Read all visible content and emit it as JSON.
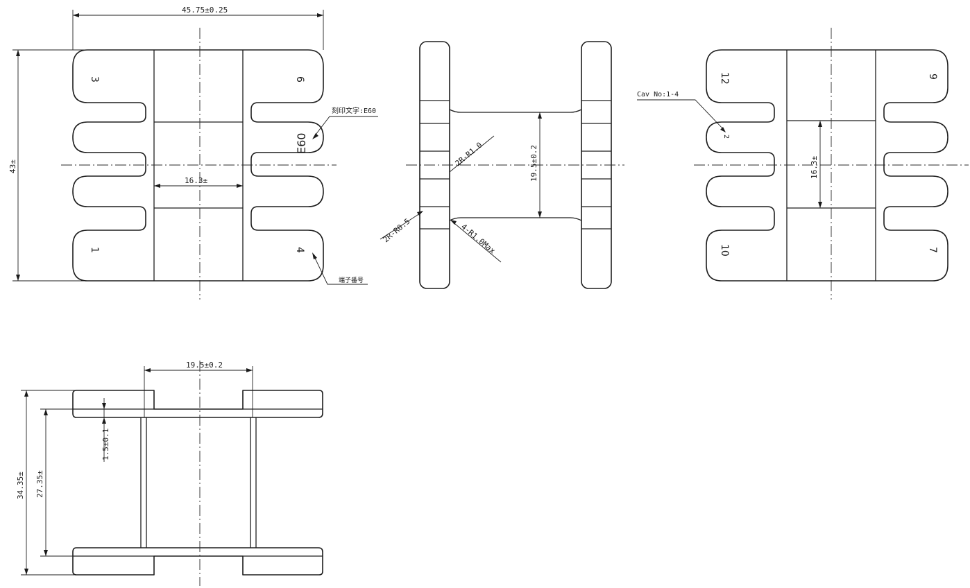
{
  "views": {
    "front_left": {
      "dims": {
        "width": "45.75±0.25",
        "height": "43±",
        "inner": "16.3±"
      },
      "pins": {
        "p3": "3",
        "p6": "6",
        "p1": "1",
        "p4": "4"
      },
      "marking_label": "E60",
      "marking_note": "刻印文字:E60",
      "pin_note": "端子番号"
    },
    "side": {
      "dims": {
        "height": "19.5±0.2",
        "r1": "2R-R1.0",
        "r2": "2R-R0.5",
        "r3": "4-R1.0Max"
      }
    },
    "front_right": {
      "dims": {
        "inner": "16.3±"
      },
      "pins": {
        "p12": "12",
        "p9": "9",
        "p10": "10",
        "p7": "7",
        "cav": "2"
      },
      "cav_note": "Cav No:1-4"
    },
    "bottom": {
      "dims": {
        "width": "19.5±0.2",
        "thickness": "1.5±0.1",
        "outer": "34.35±",
        "inner": "27.35±"
      }
    }
  }
}
